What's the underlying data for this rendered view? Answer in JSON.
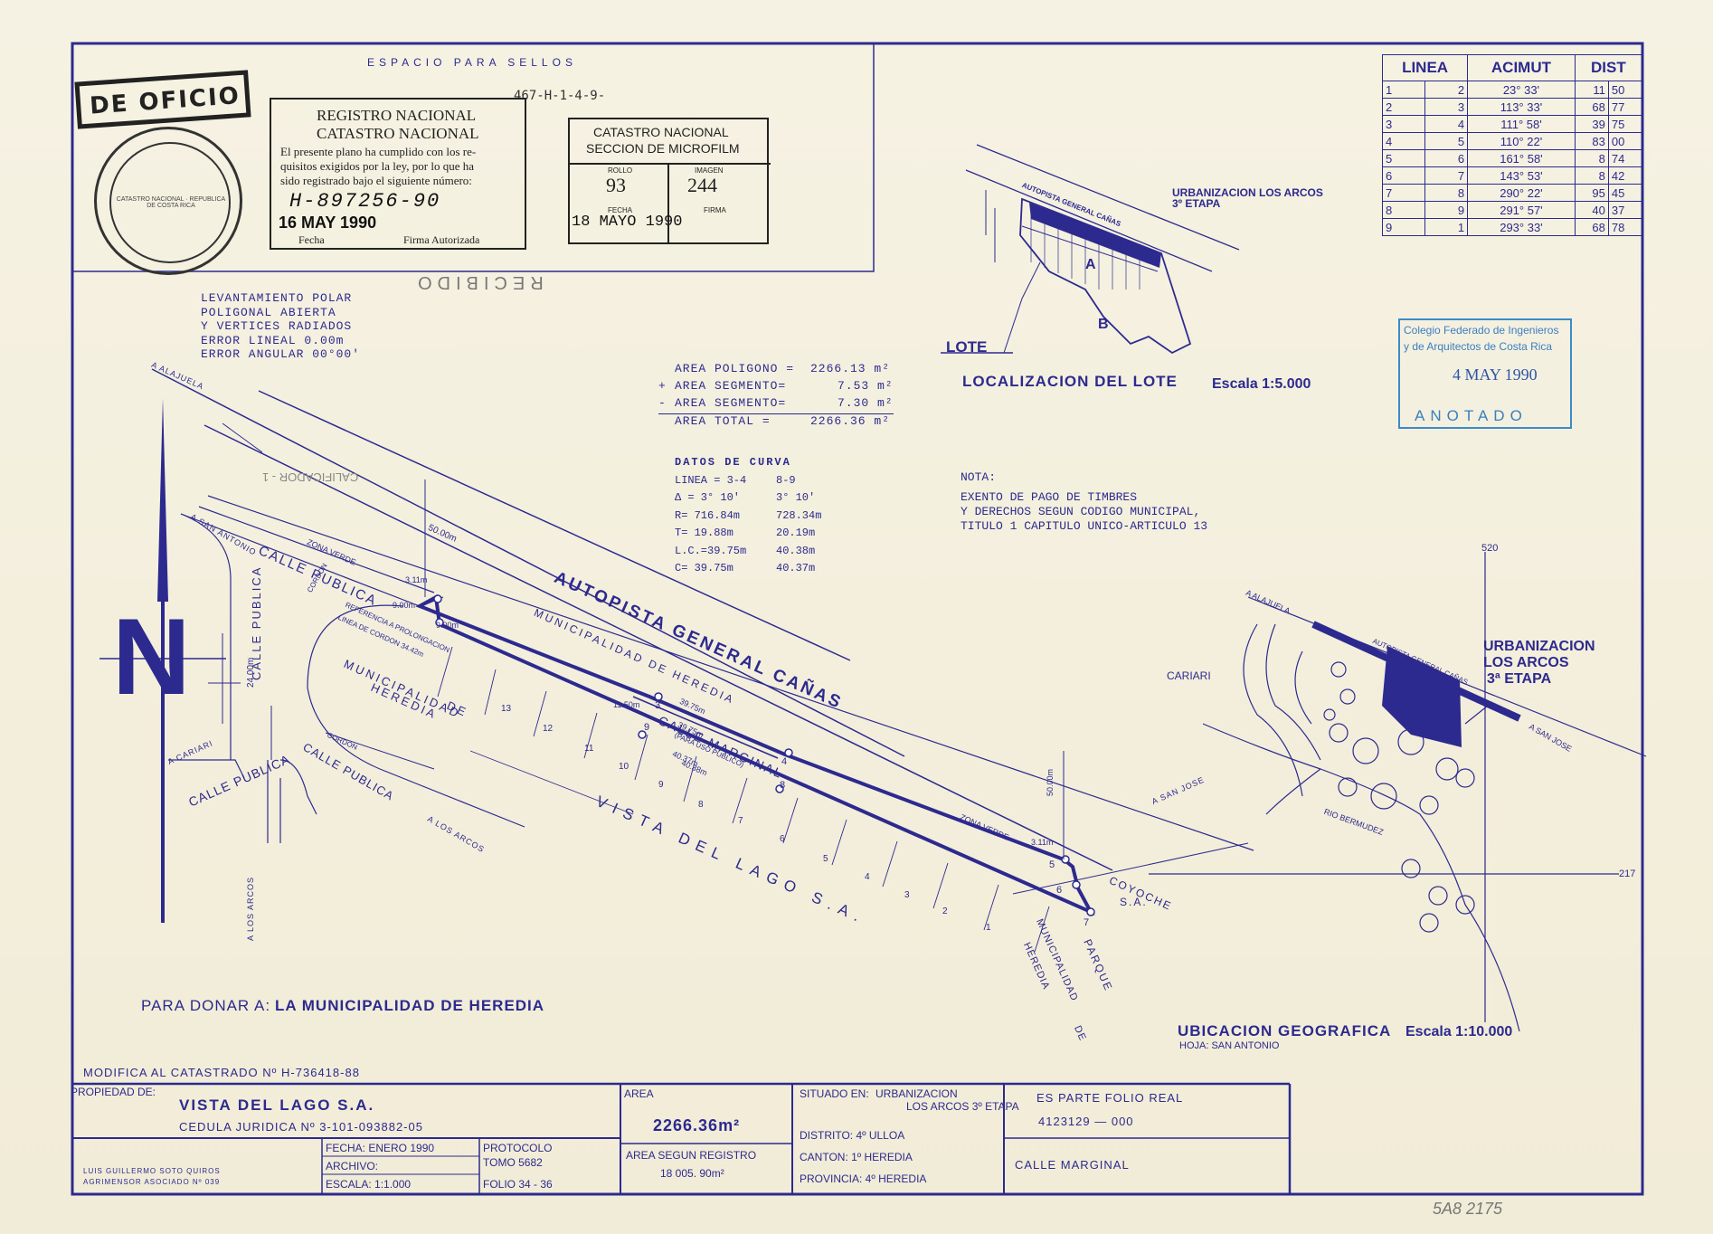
{
  "stamps": {
    "espacio": "ESPACIO PARA SELLOS",
    "de_oficio": "DE OFICIO",
    "plan_code": "467-H-1-4-9-",
    "seal_ring": "CATASTRO NACIONAL · REPUBLICA DE COSTA RICA",
    "registro": {
      "line1": "REGISTRO NACIONAL",
      "line2": "CATASTRO NACIONAL",
      "text1": "El presente plano ha cumplido con los re-",
      "text2": "quisitos exigidos por la ley, por lo que ha",
      "text3": "sido registrado bajo el siguiente número:",
      "number": "H-897256-90",
      "date": "16 MAY 1990",
      "fecha_label": "Fecha",
      "firma_label": "Firma Autorizada"
    },
    "microfilm": {
      "line1": "CATASTRO NACIONAL",
      "line2": "SECCION DE MICROFILM",
      "rollo_label": "ROLLO",
      "rollo": "93",
      "imagen_label": "IMAGEN",
      "imagen": "244",
      "fecha_label": "FECHA",
      "date": "18 MAYO 1990",
      "firma_label": "FIRMA"
    },
    "recibido": "RECIBIDO",
    "colegio": {
      "line1": "Colegio Federado de Ingenieros",
      "line2": "y de Arquitectos de Costa Rica",
      "date": "4 MAY 1990",
      "status": "ANOTADO"
    },
    "calificador": "CALIFICADOR - 1"
  },
  "survey_notes": [
    "LEVANTAMIENTO POLAR",
    "POLIGONAL ABIERTA",
    "Y VERTICES RADIADOS",
    "ERROR LINEAL 0.00m",
    "ERROR ANGULAR 00°00'"
  ],
  "areas": [
    {
      "sign": "",
      "label": "AREA POLIGONO =",
      "value": "2266.13 m²"
    },
    {
      "sign": "+",
      "label": "AREA SEGMENTO=",
      "value": "7.53 m²"
    },
    {
      "sign": "-",
      "label": "AREA SEGMENTO=",
      "value": "7.30 m²"
    },
    {
      "sign": "",
      "label": "AREA TOTAL =",
      "value": "2266.36 m²"
    }
  ],
  "curve": {
    "title": "DATOS DE CURVA",
    "rows": [
      [
        "LINEA = 3-4",
        "8-9"
      ],
      [
        "Δ = 3° 10'",
        "3° 10'"
      ],
      [
        "R= 716.84m",
        "728.34m"
      ],
      [
        "T= 19.88m",
        "20.19m"
      ],
      [
        "L.C.=39.75m",
        "40.38m"
      ],
      [
        "C= 39.75m",
        "40.37m"
      ]
    ]
  },
  "nota": {
    "title": "NOTA:",
    "line1": "EXENTO DE PAGO DE TIMBRES",
    "line2": "Y DERECHOS SEGUN CODIGO MUNICIPAL,",
    "line3": "TITULO 1 CAPITULO UNICO-ARTICULO 13"
  },
  "azimuth_table": {
    "headers": [
      "LINEA",
      "ACIMUT",
      "DIST"
    ],
    "rows": [
      [
        "1",
        "2",
        "23° 33'",
        "11",
        "50"
      ],
      [
        "2",
        "3",
        "113° 33'",
        "68",
        "77"
      ],
      [
        "3",
        "4",
        "111° 58'",
        "39",
        "75"
      ],
      [
        "4",
        "5",
        "110° 22'",
        "83",
        "00"
      ],
      [
        "5",
        "6",
        "161° 58'",
        "8",
        "74"
      ],
      [
        "6",
        "7",
        "143° 53'",
        "8",
        "42"
      ],
      [
        "7",
        "8",
        "290° 22'",
        "95",
        "45"
      ],
      [
        "8",
        "9",
        "291° 57'",
        "40",
        "37"
      ],
      [
        "9",
        "1",
        "293° 33'",
        "68",
        "78"
      ]
    ]
  },
  "location_map": {
    "urb": "URBANIZACION LOS ARCOS",
    "urb2": "3º ETAPA",
    "road": "AUTOPISTA GENERAL CAÑAS",
    "a": "A",
    "b": "B",
    "lote": "LOTE",
    "title": "LOCALIZACION DEL LOTE",
    "scale": "Escala 1:5.000"
  },
  "main_map": {
    "north": "N",
    "autopista": "AUTOPISTA GENERAL CAÑAS",
    "muni_heredia_1": "MUNICIPALIDAD DE HEREDIA",
    "muni_heredia_2": "MUNICIPALIDAD",
    "de": "DE",
    "heredia": "HEREDIA",
    "vista": "VISTA DEL LAGO S.A.",
    "calle_marginal": "CALLE MARGINAL",
    "uso_publico": "(PARA USO PUBLICO)",
    "zona_verde": "ZONA VERDE",
    "calle_publica": "CALLE PUBLICA",
    "a_alajuela": "A ALAJUELA",
    "a_san_antonio": "A SAN ANTONIO",
    "a_cariari": "A CARIARI",
    "a_los_arcos": "A LOS ARCOS",
    "a_san_jose": "A SAN JOSE",
    "coyoche": "COYOCHE",
    "sa": "S.A.",
    "parque": "PARQUE",
    "cordon": "CORDON",
    "referencia": "REFERENCIA A PROLONGACION",
    "linea_cordon": "LINEA DE CORDON 34.42m",
    "d50": "50.00m",
    "d24": "24.00m",
    "d311": "3.11m",
    "d9a": "9.00m",
    "d9b": "9.00m",
    "d1150": "11.50m",
    "d3975a": "39.75m",
    "d3975b": "39.75m",
    "d4037": "40.37m",
    "d4038": "40.38m",
    "d50b": "50.00m",
    "d311b": "3.11m",
    "vertices": [
      "1",
      "2",
      "3",
      "4",
      "5",
      "6",
      "7",
      "8",
      "9"
    ],
    "lots": [
      "13",
      "12",
      "11",
      "10",
      "9",
      "8",
      "7",
      "6",
      "5",
      "4",
      "3",
      "2",
      "1"
    ]
  },
  "geo_map": {
    "cariari": "CARIARI",
    "a_alajuela": "A ALAJUELA",
    "autopista": "AUTOPISTA GENERAL CAÑAS",
    "urb1": "URBANIZACION",
    "urb2": "LOS ARCOS",
    "urb3": "3ª ETAPA",
    "a_san_jose": "A SAN JOSE",
    "rio": "RIO BERMUDEZ",
    "coord_top": "520",
    "coord_right": "217",
    "title": "UBICACION GEOGRAFICA",
    "scale": "Escala 1:10.000",
    "hoja": "HOJA: SAN ANTONIO"
  },
  "donar": {
    "label": "PARA DONAR A:",
    "value": "LA MUNICIPALIDAD DE HEREDIA"
  },
  "title_block": {
    "modifica": "MODIFICA AL CATASTRADO Nº H-736418-88",
    "propiedad_label": "PROPIEDAD DE:",
    "propiedad": "VISTA DEL LAGO S.A.",
    "cedula": "CEDULA JURIDICA Nº 3-101-093882-05",
    "surveyor1": "LUIS GUILLERMO SOTO QUIROS",
    "surveyor2": "AGRIMENSOR ASOCIADO Nº 039",
    "fecha": "FECHA: ENERO 1990",
    "archivo": "ARCHIVO:",
    "escala": "ESCALA: 1:1.000",
    "protocolo": "PROTOCOLO",
    "tomo": "TOMO 5682",
    "folio": "FOLIO 34 - 36",
    "area_label": "AREA",
    "area": "2266.36m²",
    "area_registro_label": "AREA SEGUN REGISTRO",
    "area_registro": "18 005. 90m²",
    "situado_label": "SITUADO EN:",
    "situado1": "URBANIZACION",
    "situado2": "LOS ARCOS 3º ETAPA",
    "distrito": "DISTRITO: 4º ULLOA",
    "canton": "CANTON: 1º HEREDIA",
    "provincia": "PROVINCIA: 4º HEREDIA",
    "folio_real_label": "ES PARTE FOLIO REAL",
    "folio_real": "4123129 — 000",
    "calle": "CALLE MARGINAL"
  },
  "handwritten": "5A8 2175"
}
